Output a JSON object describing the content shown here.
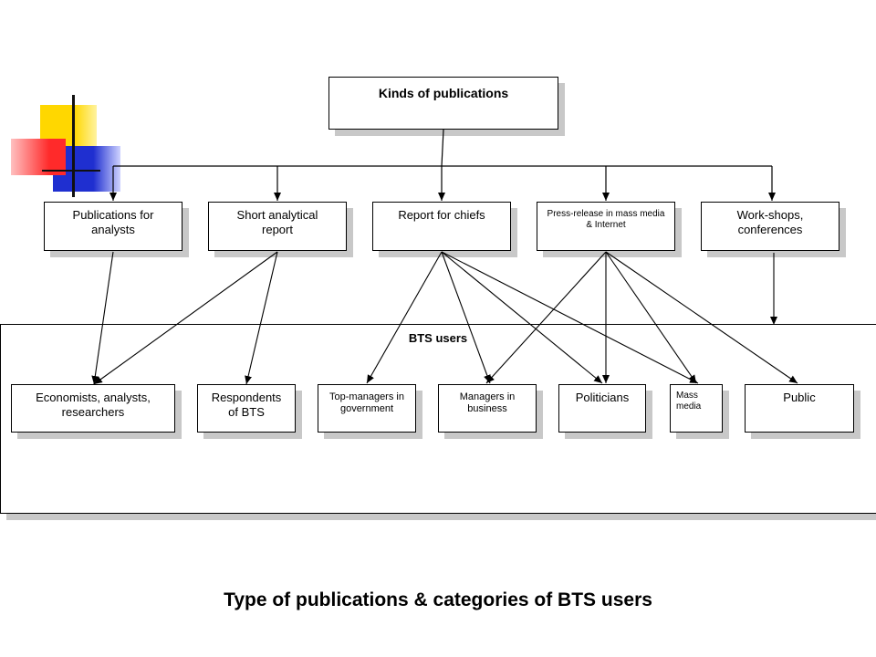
{
  "root": {
    "label": "Kinds of publications"
  },
  "publications": [
    {
      "id": "analysts",
      "label": "Publications for analysts"
    },
    {
      "id": "short",
      "label": "Short analytical report"
    },
    {
      "id": "chiefs",
      "label": "Report for chiefs"
    },
    {
      "id": "press",
      "label": "Press-release in mass media & Internet"
    },
    {
      "id": "workshops",
      "label": "Work-shops, conferences"
    }
  ],
  "users_group": {
    "label": "BTS users"
  },
  "users": [
    {
      "id": "economists",
      "label": "Economists, analysts, researchers"
    },
    {
      "id": "respondents",
      "label": "Respondents of BTS"
    },
    {
      "id": "topmanagers",
      "label": "Top-managers in government"
    },
    {
      "id": "managers",
      "label": "Managers in business"
    },
    {
      "id": "politicians",
      "label": "Politicians"
    },
    {
      "id": "massmedia",
      "label": "Mass media"
    },
    {
      "id": "public",
      "label": "Public"
    }
  ],
  "links": [
    [
      "analysts",
      "economists"
    ],
    [
      "short",
      "economists"
    ],
    [
      "short",
      "respondents"
    ],
    [
      "chiefs",
      "topmanagers"
    ],
    [
      "chiefs",
      "managers"
    ],
    [
      "chiefs",
      "politicians"
    ],
    [
      "chiefs",
      "massmedia"
    ],
    [
      "press",
      "managers"
    ],
    [
      "press",
      "politicians"
    ],
    [
      "press",
      "massmedia"
    ],
    [
      "press",
      "public"
    ],
    [
      "workshops",
      "public"
    ]
  ],
  "caption": "Type of publications & categories of BTS users",
  "colors": {
    "deco_yellow": "#ffd700",
    "deco_blue": "#1f2fd0",
    "deco_red": "#ff2a2a",
    "shadow": "#c8c8c8"
  }
}
